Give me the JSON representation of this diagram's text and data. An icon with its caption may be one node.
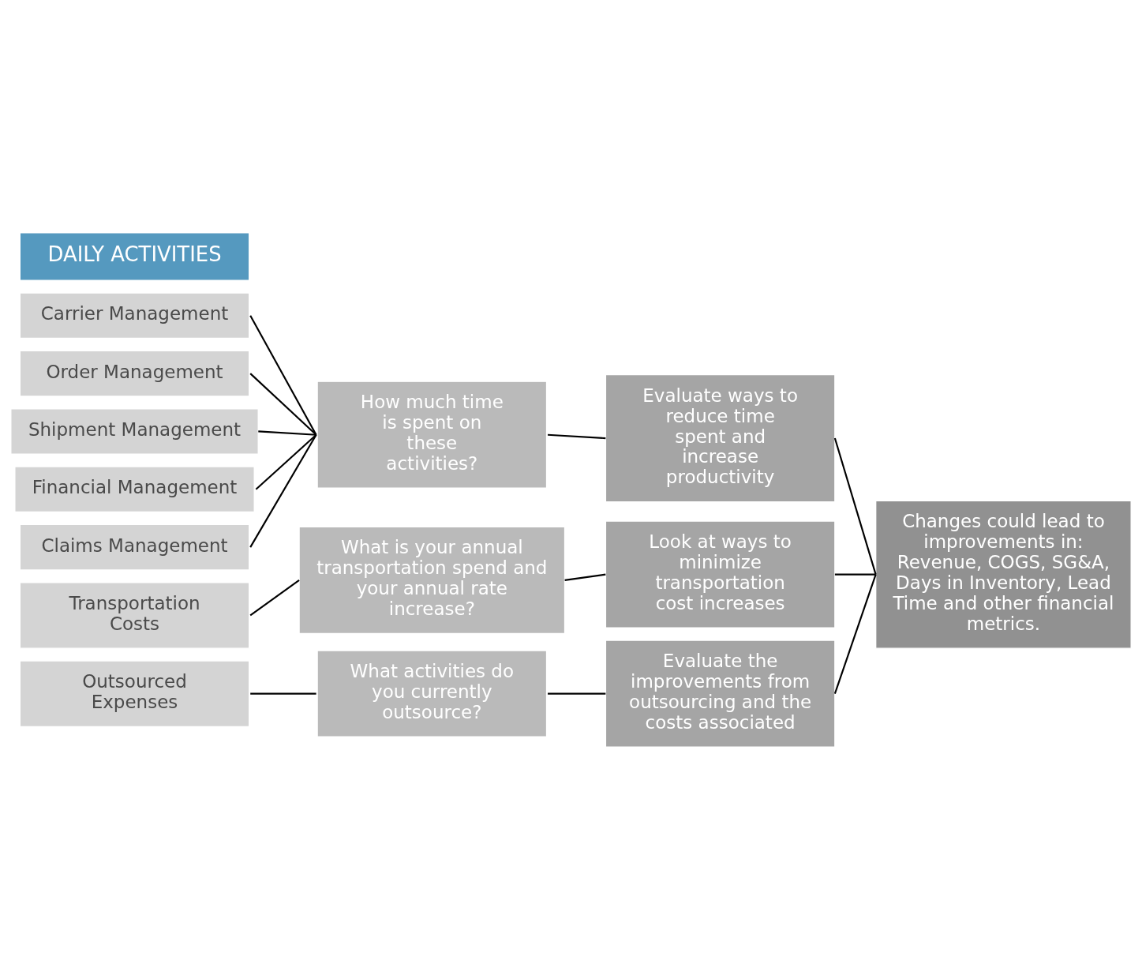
{
  "diagram": {
    "nodes": [
      {
        "text": [
          "DAILY ACTIVITIES"
        ]
      },
      {
        "text": [
          "Carrier Management"
        ]
      },
      {
        "text": [
          "Order Management"
        ]
      },
      {
        "text": [
          "Shipment Management"
        ]
      },
      {
        "text": [
          "Financial Management"
        ]
      },
      {
        "text": [
          "Claims Management"
        ]
      },
      {
        "text": [
          "How much time is spent on these activities?"
        ]
      },
      {
        "text": [
          "Evaluate ways to reduce time spent and increase productivity"
        ]
      },
      {
        "text": [
          "Changes could lead to improvements in: Revenue, COGS, SG&A, Days in Inventory, Lead Time and other financial metrics."
        ]
      },
      {
        "text": [
          "Transportation Costs"
        ]
      },
      {
        "text": [
          "What is your annual transportation spend and your annual rate increase?"
        ]
      },
      {
        "text": [
          "Look at ways to minimize transportation cost increases"
        ]
      },
      {
        "text": [
          "Outsourced Expenses"
        ]
      },
      {
        "text": [
          "What activities do you currently outsource?"
        ]
      },
      {
        "text": [
          "Evaluate the improvements from outsourcing and the costs associated"
        ]
      }
    ],
    "edges": [
      {
        "from": 1,
        "to": 6,
        "arrow": "none"
      },
      {
        "from": 2,
        "to": 6,
        "arrow": "none"
      },
      {
        "from": 3,
        "to": 6,
        "arrow": "none"
      },
      {
        "from": 4,
        "to": 6,
        "arrow": "none"
      },
      {
        "from": 5,
        "to": 6,
        "arrow": "none"
      },
      {
        "from": 6,
        "to": 7,
        "arrow": "none"
      },
      {
        "from": 7,
        "to": 8,
        "arrow": "none"
      },
      {
        "from": 9,
        "to": 10,
        "arrow": "none"
      },
      {
        "from": 10,
        "to": 11,
        "arrow": "none"
      },
      {
        "from": 11,
        "to": 8,
        "arrow": "none"
      },
      {
        "from": 12,
        "to": 13,
        "arrow": "none"
      },
      {
        "from": 13,
        "to": 14,
        "arrow": "none"
      },
      {
        "from": 14,
        "to": 8,
        "arrow": "none"
      }
    ]
  }
}
